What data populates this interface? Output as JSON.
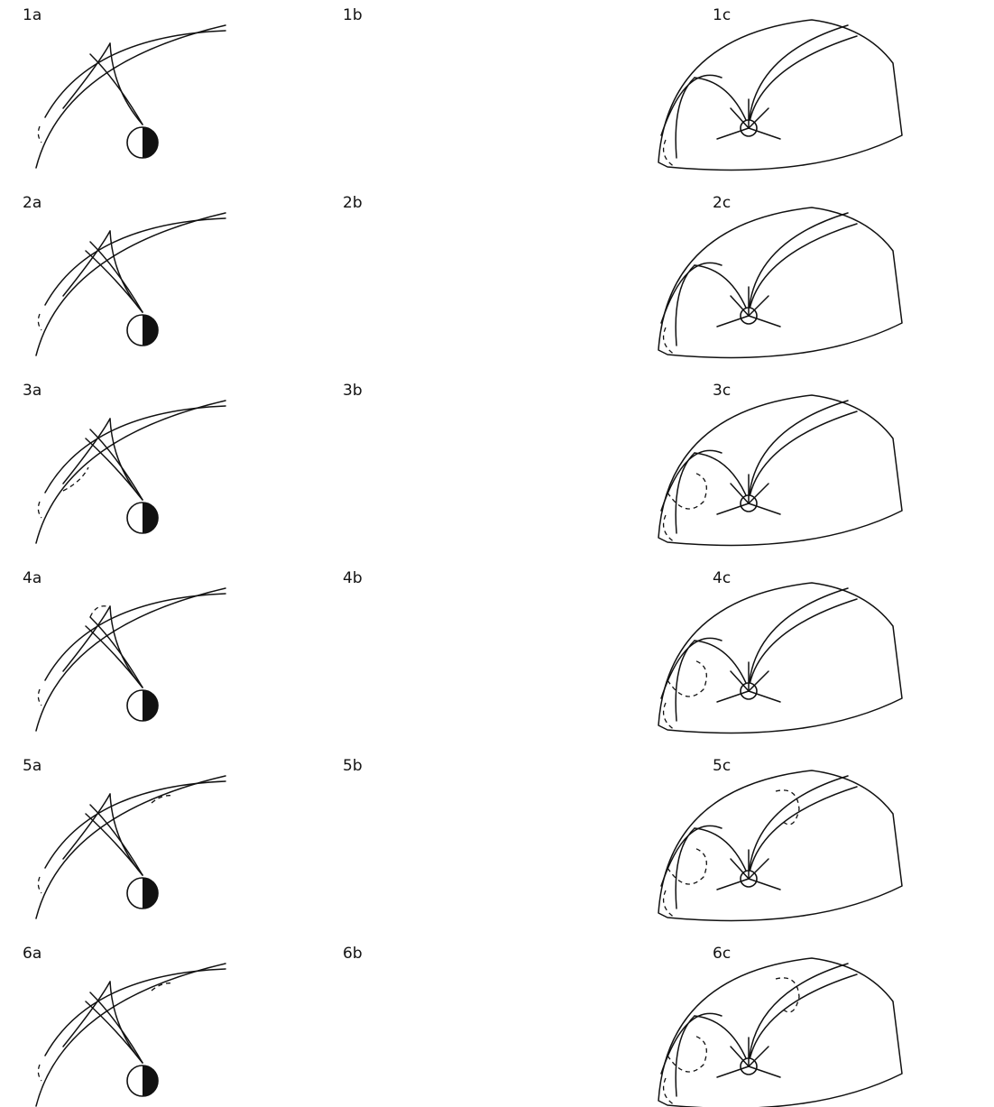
{
  "panels": [
    {
      "id": "1a",
      "label": "1a"
    },
    {
      "id": "1b",
      "label": "1b"
    },
    {
      "id": "1c",
      "label": "1c"
    },
    {
      "id": "2a",
      "label": "2a"
    },
    {
      "id": "2b",
      "label": "2b"
    },
    {
      "id": "2c",
      "label": "2c"
    },
    {
      "id": "3a",
      "label": "3a"
    },
    {
      "id": "3b",
      "label": "3b"
    },
    {
      "id": "3c",
      "label": "3c"
    },
    {
      "id": "4a",
      "label": "4a"
    },
    {
      "id": "4b",
      "label": "4b"
    },
    {
      "id": "4c",
      "label": "4c"
    },
    {
      "id": "5a",
      "label": "5a"
    },
    {
      "id": "5b",
      "label": "5b"
    },
    {
      "id": "5c",
      "label": "5c"
    },
    {
      "id": "6a",
      "label": "6a"
    },
    {
      "id": "6b",
      "label": "6b"
    },
    {
      "id": "6c",
      "label": "6c"
    }
  ],
  "colors": {
    "ink": "#111111",
    "background": "#ffffff"
  }
}
